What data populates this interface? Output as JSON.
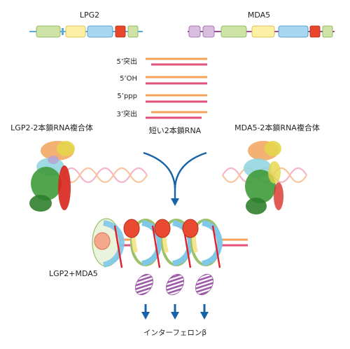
{
  "colors": {
    "domain_green": "#cfe3a6",
    "domain_yellow": "#fdf0a4",
    "domain_blue": "#a7d8f0",
    "domain_red": "#e8462d",
    "domain_purple": "#d9bee0",
    "linker_blue": "#5aa9dc",
    "linker_purple": "#a04a9c",
    "strand_orange": "#f4a35a",
    "strand_pink": "#e2517a",
    "arrow_blue": "#1763a8",
    "stripe_purple": "#9c5aa6"
  },
  "proteins": {
    "left_name": "LPG2",
    "right_name": "MDA5"
  },
  "rna_types": [
    {
      "label": "5’突出"
    },
    {
      "label": "5’OH"
    },
    {
      "label": "5’ppp"
    },
    {
      "label": "3’突出"
    }
  ],
  "short_rna_label": "短い2本鎖RNA",
  "complex_left_label": "LGP2-2本鎖RNA複合体",
  "complex_right_label": "MDA5-2本鎖RNA複合体",
  "assembly_label": "LGP2+MDA5",
  "output_label": "インターフェロンβ"
}
